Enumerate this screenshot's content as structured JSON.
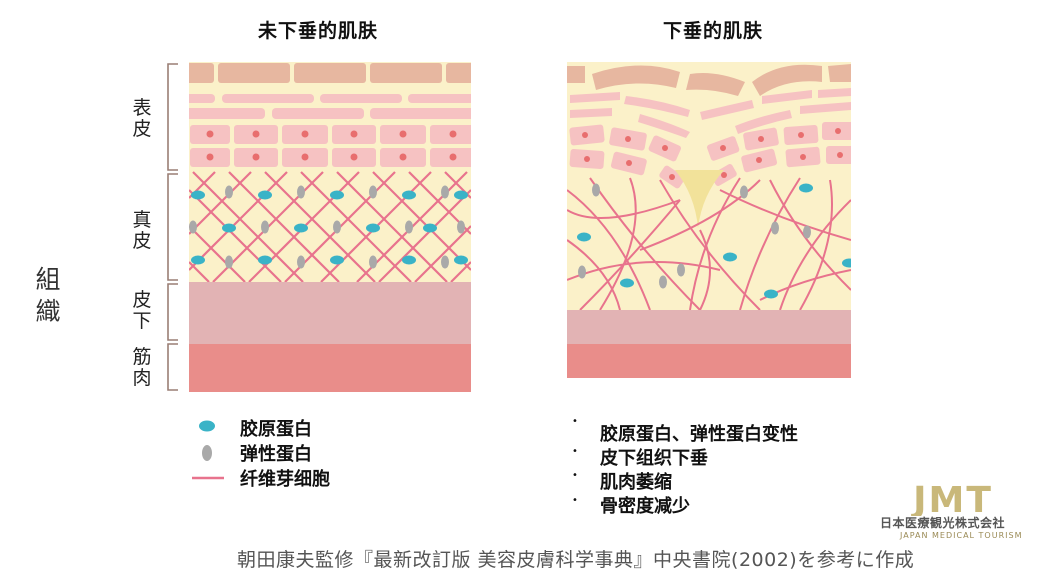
{
  "left_title": "未下垂的肌肤",
  "right_title": "下垂的肌肤",
  "layers": {
    "epidermis": "表\n皮",
    "dermis": "真\n皮",
    "subcutis": "皮\n下",
    "muscle": "筋\n肉"
  },
  "tissue_label": "組\n織",
  "legend": [
    {
      "icon": "collagen-icon",
      "label": "胶原蛋白"
    },
    {
      "icon": "elastin-icon",
      "label": "弹性蛋白"
    },
    {
      "icon": "fibroblast-line-icon",
      "label": "纤维芽细胞"
    }
  ],
  "changes": [
    "胶原蛋白、弹性蛋白变性",
    "皮下组织下垂",
    "肌肉萎缩",
    "骨密度减少"
  ],
  "credit": "朝田康夫監修『最新改訂版 美容皮膚科学事典』中央書院(2002)を参考に作成",
  "logo": {
    "mark": "JMT",
    "name": "日本医療観光株式会社",
    "english": "JAPAN MEDICAL TOURISM"
  },
  "colors": {
    "top_cell": "#e7b7a0",
    "cream": "#fbf1c9",
    "pink_cell": "#f6c2c2",
    "nucleus": "#e86e6e",
    "collagen": "#3ab3c7",
    "elastin": "#a9a9a9",
    "fiber": "#e8738d",
    "subcutis": "#e2b3b4",
    "muscle": "#e98d8a",
    "bracket": "#9a7e75"
  }
}
